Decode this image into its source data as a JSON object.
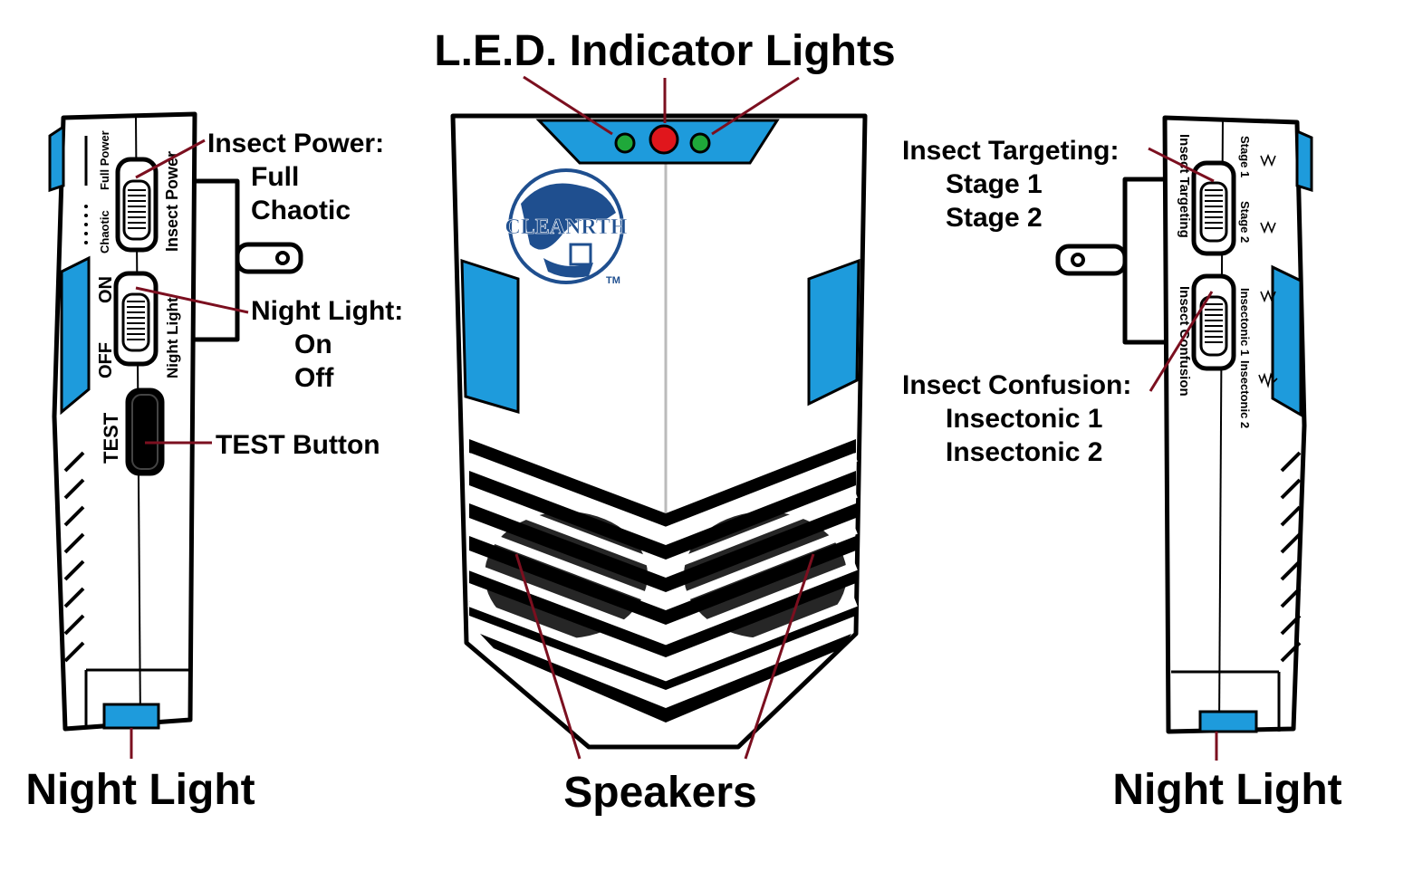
{
  "title": "L.E.D. Indicator Lights",
  "logo": {
    "text": "CLEANRTH",
    "tm": "TM"
  },
  "left_side": {
    "switch_labels": {
      "full_power": "Full Power",
      "chaotic": "Chaotic",
      "insect_power": "Insect Power",
      "on": "ON",
      "off": "OFF",
      "night_light": "Night Light",
      "test": "TEST"
    },
    "callouts": {
      "insect_power": {
        "heading": "Insect Power:",
        "options": [
          "Full",
          "Chaotic"
        ]
      },
      "night_light_switch": {
        "heading": "Night Light:",
        "options": [
          "On",
          "Off"
        ]
      },
      "test_button": "TEST Button",
      "night_light": "Night Light"
    }
  },
  "right_side": {
    "switch_labels": {
      "stage1": "Stage 1",
      "stage2": "Stage 2",
      "insect_targeting": "Insect Targeting",
      "insectonic1": "Insectonic 1",
      "insectonic2": "Insectonic 2",
      "insect_confusion": "Insect Confusion"
    },
    "callouts": {
      "insect_targeting": {
        "heading": "Insect Targeting:",
        "options": [
          "Stage 1",
          "Stage 2"
        ]
      },
      "insect_confusion": {
        "heading": "Insect Confusion:",
        "options": [
          "Insectonic 1",
          "Insectonic 2"
        ]
      },
      "night_light": "Night Light"
    }
  },
  "speakers_label": "Speakers",
  "colors": {
    "accent_blue": "#1e9bdc",
    "led_green": "#1fa83a",
    "led_red": "#e0161c",
    "leader_line": "#7b0f1f"
  }
}
